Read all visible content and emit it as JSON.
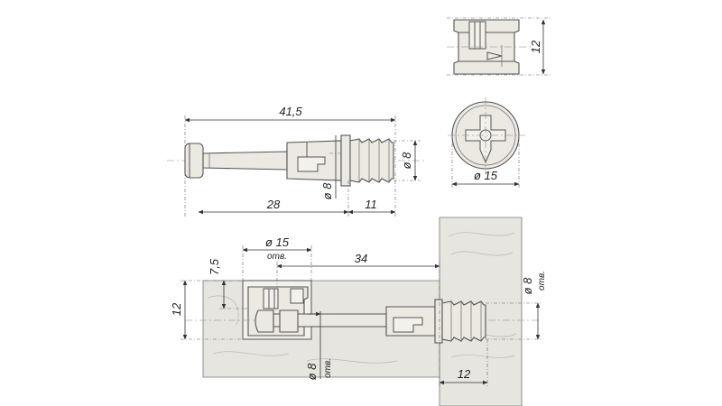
{
  "dimensions": {
    "bolt_length": "41,5",
    "bolt_shank": "28",
    "dowel_length": "11",
    "dowel_diameter": "ø 8",
    "shank_diameter": "ø 8",
    "cam_height": "12",
    "cam_diameter": "ø 15",
    "hole_cam_diameter": "ø 15",
    "hole_note": "отв.",
    "hole_distance": "34",
    "cam_offset": "7,5",
    "panel_height": "12",
    "edge_hole_diameter": "ø 8",
    "edge_hole_note": "отв.",
    "bottom_hole_diameter": "ø 8",
    "bottom_hole_note": "отв.",
    "dowel_depth": "12"
  },
  "colors": {
    "part_fill": "#ece9e2",
    "line": "#555555",
    "wood": "#e6e5e0"
  }
}
